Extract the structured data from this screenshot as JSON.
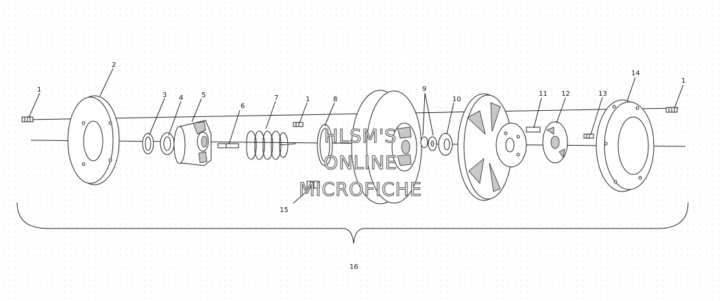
{
  "callouts": {
    "c1_left": "1",
    "c2": "2",
    "c3": "3",
    "c4": "4",
    "c5": "5",
    "c6": "6",
    "c7": "7",
    "c1_mid": "1",
    "c8": "8",
    "c9": "9",
    "c10": "10",
    "c11": "11",
    "c12": "12",
    "c13": "13",
    "c14": "14",
    "c1_right": "1",
    "c15": "15",
    "c16": "16"
  },
  "watermark": {
    "line1": "HLSM'S",
    "line2": "ONLINE",
    "line3": "MICROFICHE"
  }
}
